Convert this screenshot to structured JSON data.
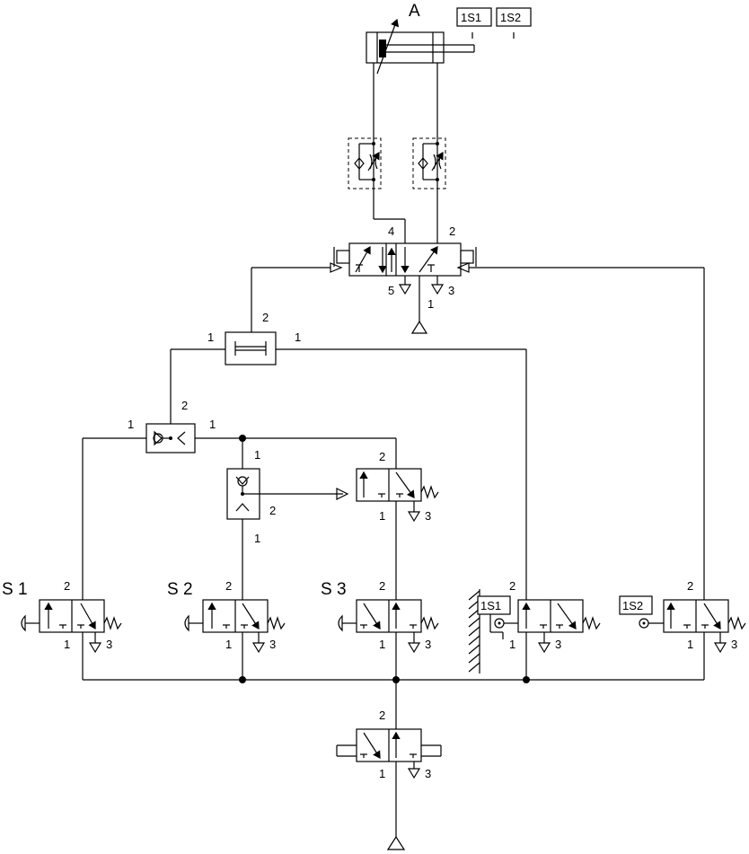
{
  "cylinder": {
    "label": "A",
    "sensor_1": "1S1",
    "sensor_2": "1S2"
  },
  "main_valve": {
    "port_4": "4",
    "port_2": "2",
    "port_5": "5",
    "port_3": "3",
    "port_1": "1"
  },
  "and_valve": {
    "in_left": "1",
    "in_right": "1",
    "out": "2"
  },
  "or_valve": {
    "in_left": "1",
    "in_right": "1",
    "out": "2"
  },
  "shuttle_vertical": {
    "in_top": "1",
    "in_bottom": "1",
    "out": "2"
  },
  "pilot_valve": {
    "port_2": "2",
    "port_1": "1",
    "port_3": "3"
  },
  "switches": [
    {
      "label": "S 1",
      "port_2": "2",
      "port_1": "1",
      "port_3": "3"
    },
    {
      "label": "S 2",
      "port_2": "2",
      "port_1": "1",
      "port_3": "3"
    },
    {
      "label": "S 3",
      "port_2": "2",
      "port_1": "1",
      "port_3": "3"
    },
    {
      "label": "1S1",
      "port_2": "2",
      "port_1": "1",
      "port_3": "3"
    },
    {
      "label": "1S2",
      "port_2": "2",
      "port_1": "1",
      "port_3": "3"
    }
  ],
  "supply_valve": {
    "port_2": "2",
    "port_1": "1",
    "port_3": "3"
  }
}
